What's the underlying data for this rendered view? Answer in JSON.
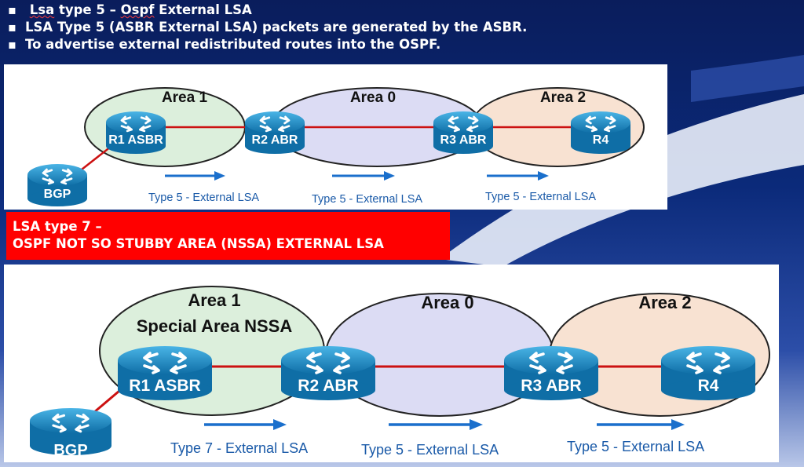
{
  "slide": {
    "bullets": [
      {
        "parts": [
          "Lsa",
          " type 5 – ",
          "Ospf",
          " External LSA"
        ]
      },
      {
        "text": "LSA Type 5 (ASBR External LSA) packets are generated by the ASBR."
      },
      {
        "text": "To advertise external redistributed routes into the OSPF."
      }
    ]
  },
  "banner": {
    "line1": "LSA type 7 –",
    "line2": "OSPF NOT SO STUBBY AREA (NSSA) EXTERNAL LSA"
  },
  "diagram_top": {
    "areas": [
      "Area 1",
      "Area 0",
      "Area 2"
    ],
    "routers": [
      "R1 ASBR",
      "R2 ABR",
      "R3 ABR",
      "R4"
    ],
    "external_router": "BGP",
    "flows": [
      "Type 5 - External LSA",
      "Type 5 - External LSA",
      "Type 5 - External LSA"
    ]
  },
  "diagram_bottom": {
    "areas": [
      "Area 1",
      "Area 0",
      "Area 2"
    ],
    "area1_subtitle": "Special Area NSSA",
    "routers": [
      "R1 ASBR",
      "R2 ABR",
      "R3 ABR",
      "R4"
    ],
    "external_router": "BGP",
    "flows": [
      "Type 7 - External LSA",
      "Type 5 - External LSA",
      "Type 5 - External LSA"
    ]
  },
  "colors": {
    "area1_fill": "#dcefdc",
    "area0_fill": "#dcdcf4",
    "area2_fill": "#f8e2d2",
    "link": "#cc1111",
    "arrow": "#1a6fcc",
    "router": "#1d8fc9",
    "banner": "#ff0000"
  }
}
